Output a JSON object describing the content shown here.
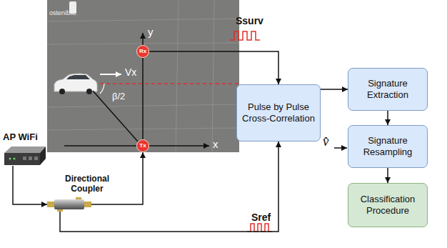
{
  "diagram": {
    "nodes": [
      {
        "text": [
          "Rx"
        ]
      },
      {
        "text": [
          "Tx"
        ]
      },
      {
        "text": [
          "AP WiFi"
        ]
      },
      {
        "text": [
          "Directional Coupler"
        ]
      },
      {
        "text": [
          "Pulse by Pulse Cross-Correlation"
        ]
      },
      {
        "text": [
          "Signature Extraction"
        ]
      },
      {
        "text": [
          "Signature Resampling"
        ]
      },
      {
        "text": [
          "Classification Procedure"
        ]
      }
    ],
    "edges": [
      {
        "from": 2,
        "to": 3,
        "arrow": "to"
      },
      {
        "from": 3,
        "to": 1,
        "arrow": "to"
      },
      {
        "from": 3,
        "to": 4,
        "arrow": "to"
      },
      {
        "from": 0,
        "to": 4,
        "arrow": "to"
      },
      {
        "from": 4,
        "to": 5,
        "arrow": "to"
      },
      {
        "from": 5,
        "to": 6,
        "arrow": "to"
      },
      {
        "from": 6,
        "to": 7,
        "arrow": "to"
      }
    ],
    "labels": [
      "ostenibile",
      "y",
      "x",
      "Vx",
      "β/2",
      "Ssurv",
      "Sref",
      "v̂"
    ]
  }
}
